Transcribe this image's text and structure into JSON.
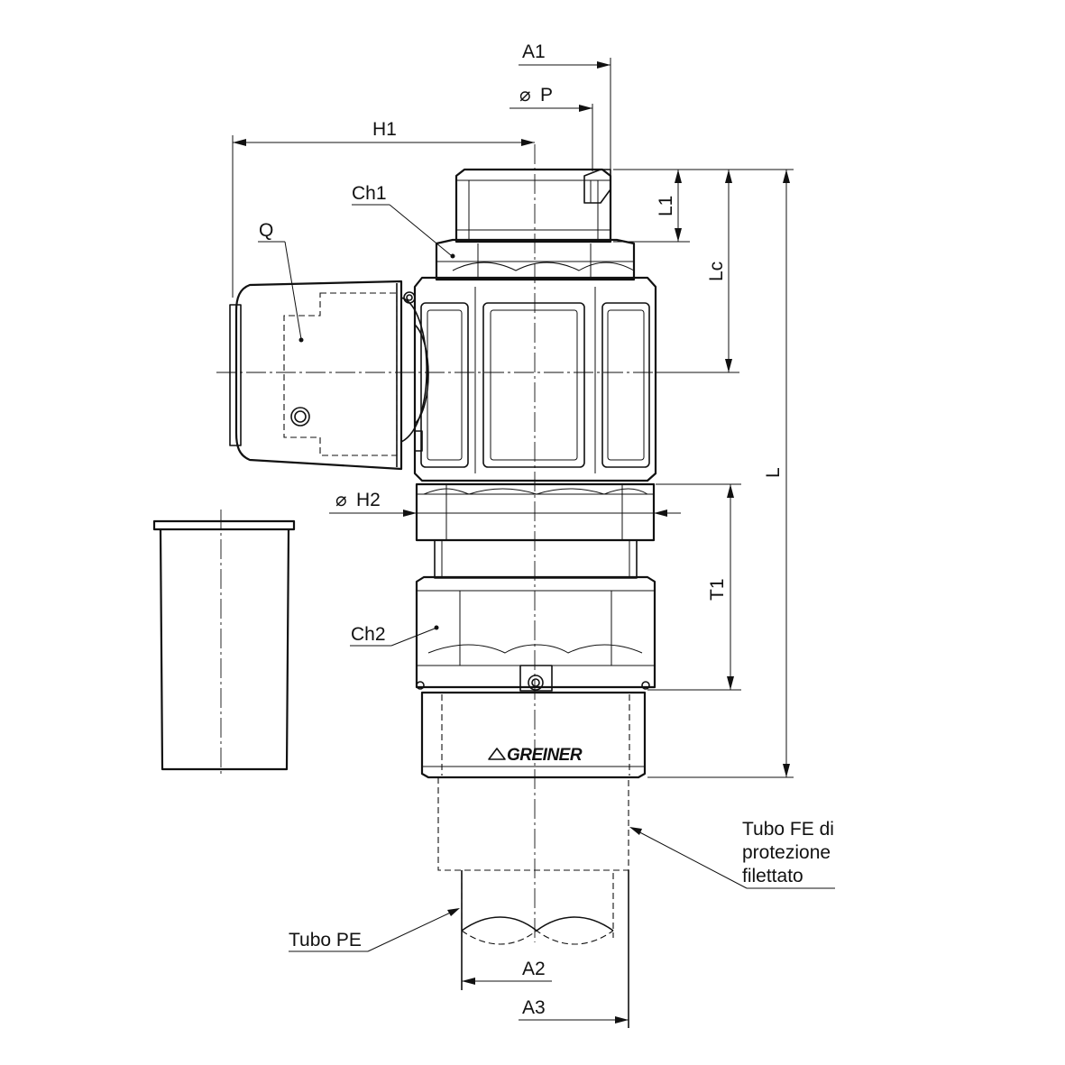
{
  "brand": "GREINER",
  "labels": {
    "a1": "A1",
    "p": "P",
    "h1": "H1",
    "ch1": "Ch1",
    "q": "Q",
    "l1": "L1",
    "lc": "Lc",
    "l": "L",
    "h2": "H2",
    "t1": "T1",
    "ch2": "Ch2",
    "a2": "A2",
    "a3": "A3",
    "tubo_pe": "Tubo PE",
    "tubo_fe_line1": "Tubo FE di",
    "tubo_fe_line2": "protezione",
    "tubo_fe_line3": "filettato"
  },
  "symbols": {
    "diameter": "⌀"
  }
}
